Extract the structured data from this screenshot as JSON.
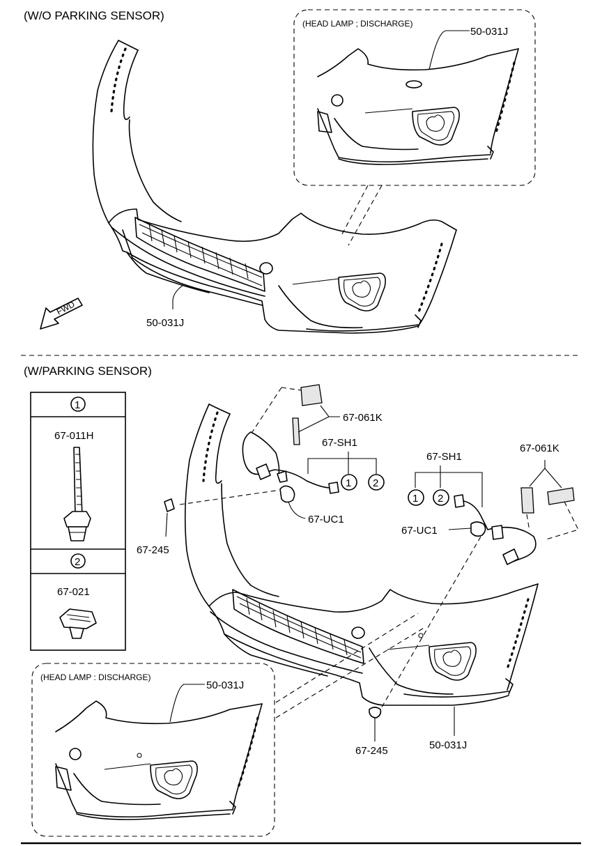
{
  "sections": {
    "top_title": "(W/O PARKING SENSOR)",
    "bottom_title": "(W/PARKING SENSOR)"
  },
  "callouts": {
    "top_inset_title": "(HEAD LAMP ; DISCHARGE)",
    "top_inset_part": "50-031J",
    "top_bumper_part": "50-031J",
    "fwd": "FWD",
    "bottom_inset_title": "(HEAD LAMP : DISCHARGE)",
    "bottom_inset_part": "50-031J",
    "bottom_bumper_part": "50-031J",
    "tape_left": "67-061K",
    "tape_right": "67-061K",
    "harness_left": "67-SH1",
    "harness_right": "67-SH1",
    "sensor_left": "67-UC1",
    "sensor_right": "67-UC1",
    "clip_left": "67-245",
    "clip_bottom": "67-245",
    "ref1_left": "1",
    "ref2_left": "2",
    "ref1_right": "1",
    "ref2_right": "2"
  },
  "legend": {
    "item1": {
      "ref": "1",
      "part": "67-011H"
    },
    "item2": {
      "ref": "2",
      "part": "67-021"
    }
  }
}
